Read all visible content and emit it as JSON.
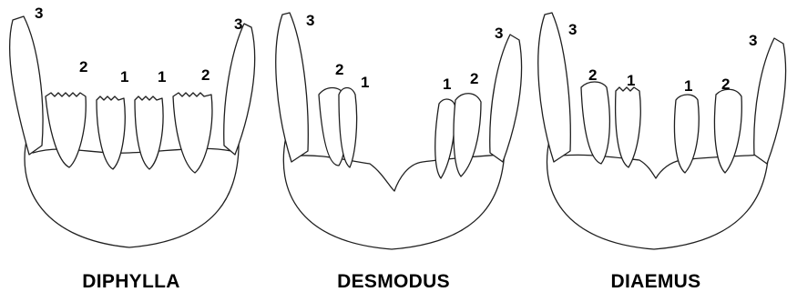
{
  "panels": [
    {
      "genus": "DIPHYLLA",
      "tooth_labels": [
        "3",
        "2",
        "1",
        "1",
        "2",
        "3"
      ]
    },
    {
      "genus": "DESMODUS",
      "tooth_labels": [
        "3",
        "2",
        "1",
        "1",
        "2",
        "3"
      ]
    },
    {
      "genus": "DIAEMUS",
      "tooth_labels": [
        "3",
        "2",
        "1",
        "1",
        "2",
        "3"
      ]
    }
  ]
}
